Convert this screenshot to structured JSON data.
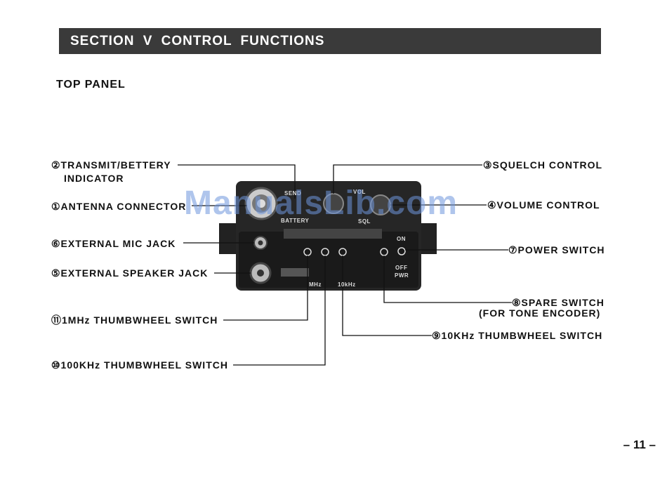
{
  "section": {
    "title": "SECTION V CONTROL FUNCTIONS"
  },
  "heading": "TOP PANEL",
  "labels": {
    "transmit_1": "②TRANSMIT/BETTERY",
    "transmit_2": "INDICATOR",
    "antenna": "①ANTENNA CONNECTOR",
    "mic": "⑥EXTERNAL MIC JACK",
    "speaker": "⑤EXTERNAL SPEAKER JACK",
    "mhz1": "⑪1MHz THUMBWHEEL SWITCH",
    "khz100": "⑩100KHz THUMBWHEEL SWITCH",
    "squelch": "③SQUELCH CONTROL",
    "volume": "④VOLUME CONTROL",
    "power": "⑦POWER SWITCH",
    "spare_1": "⑧SPARE SWITCH",
    "spare_2": "(FOR TONE ENCODER)",
    "khz10": "⑨10KHz THUMBWHEEL SWITCH"
  },
  "panel": {
    "send": "SEND",
    "battery": "BATTERY",
    "vol": "VOL",
    "sql": "SQL",
    "on": "ON",
    "off": "OFF",
    "pwr": "PWR",
    "mhz": "MHz",
    "khz": "10kHz"
  },
  "watermark": "ManualsLib.com",
  "page_number": "– 11 –",
  "colors": {
    "header_bg": "#3a3a3a",
    "panel_bg": "#262626",
    "watermark": "#6e96dc"
  }
}
